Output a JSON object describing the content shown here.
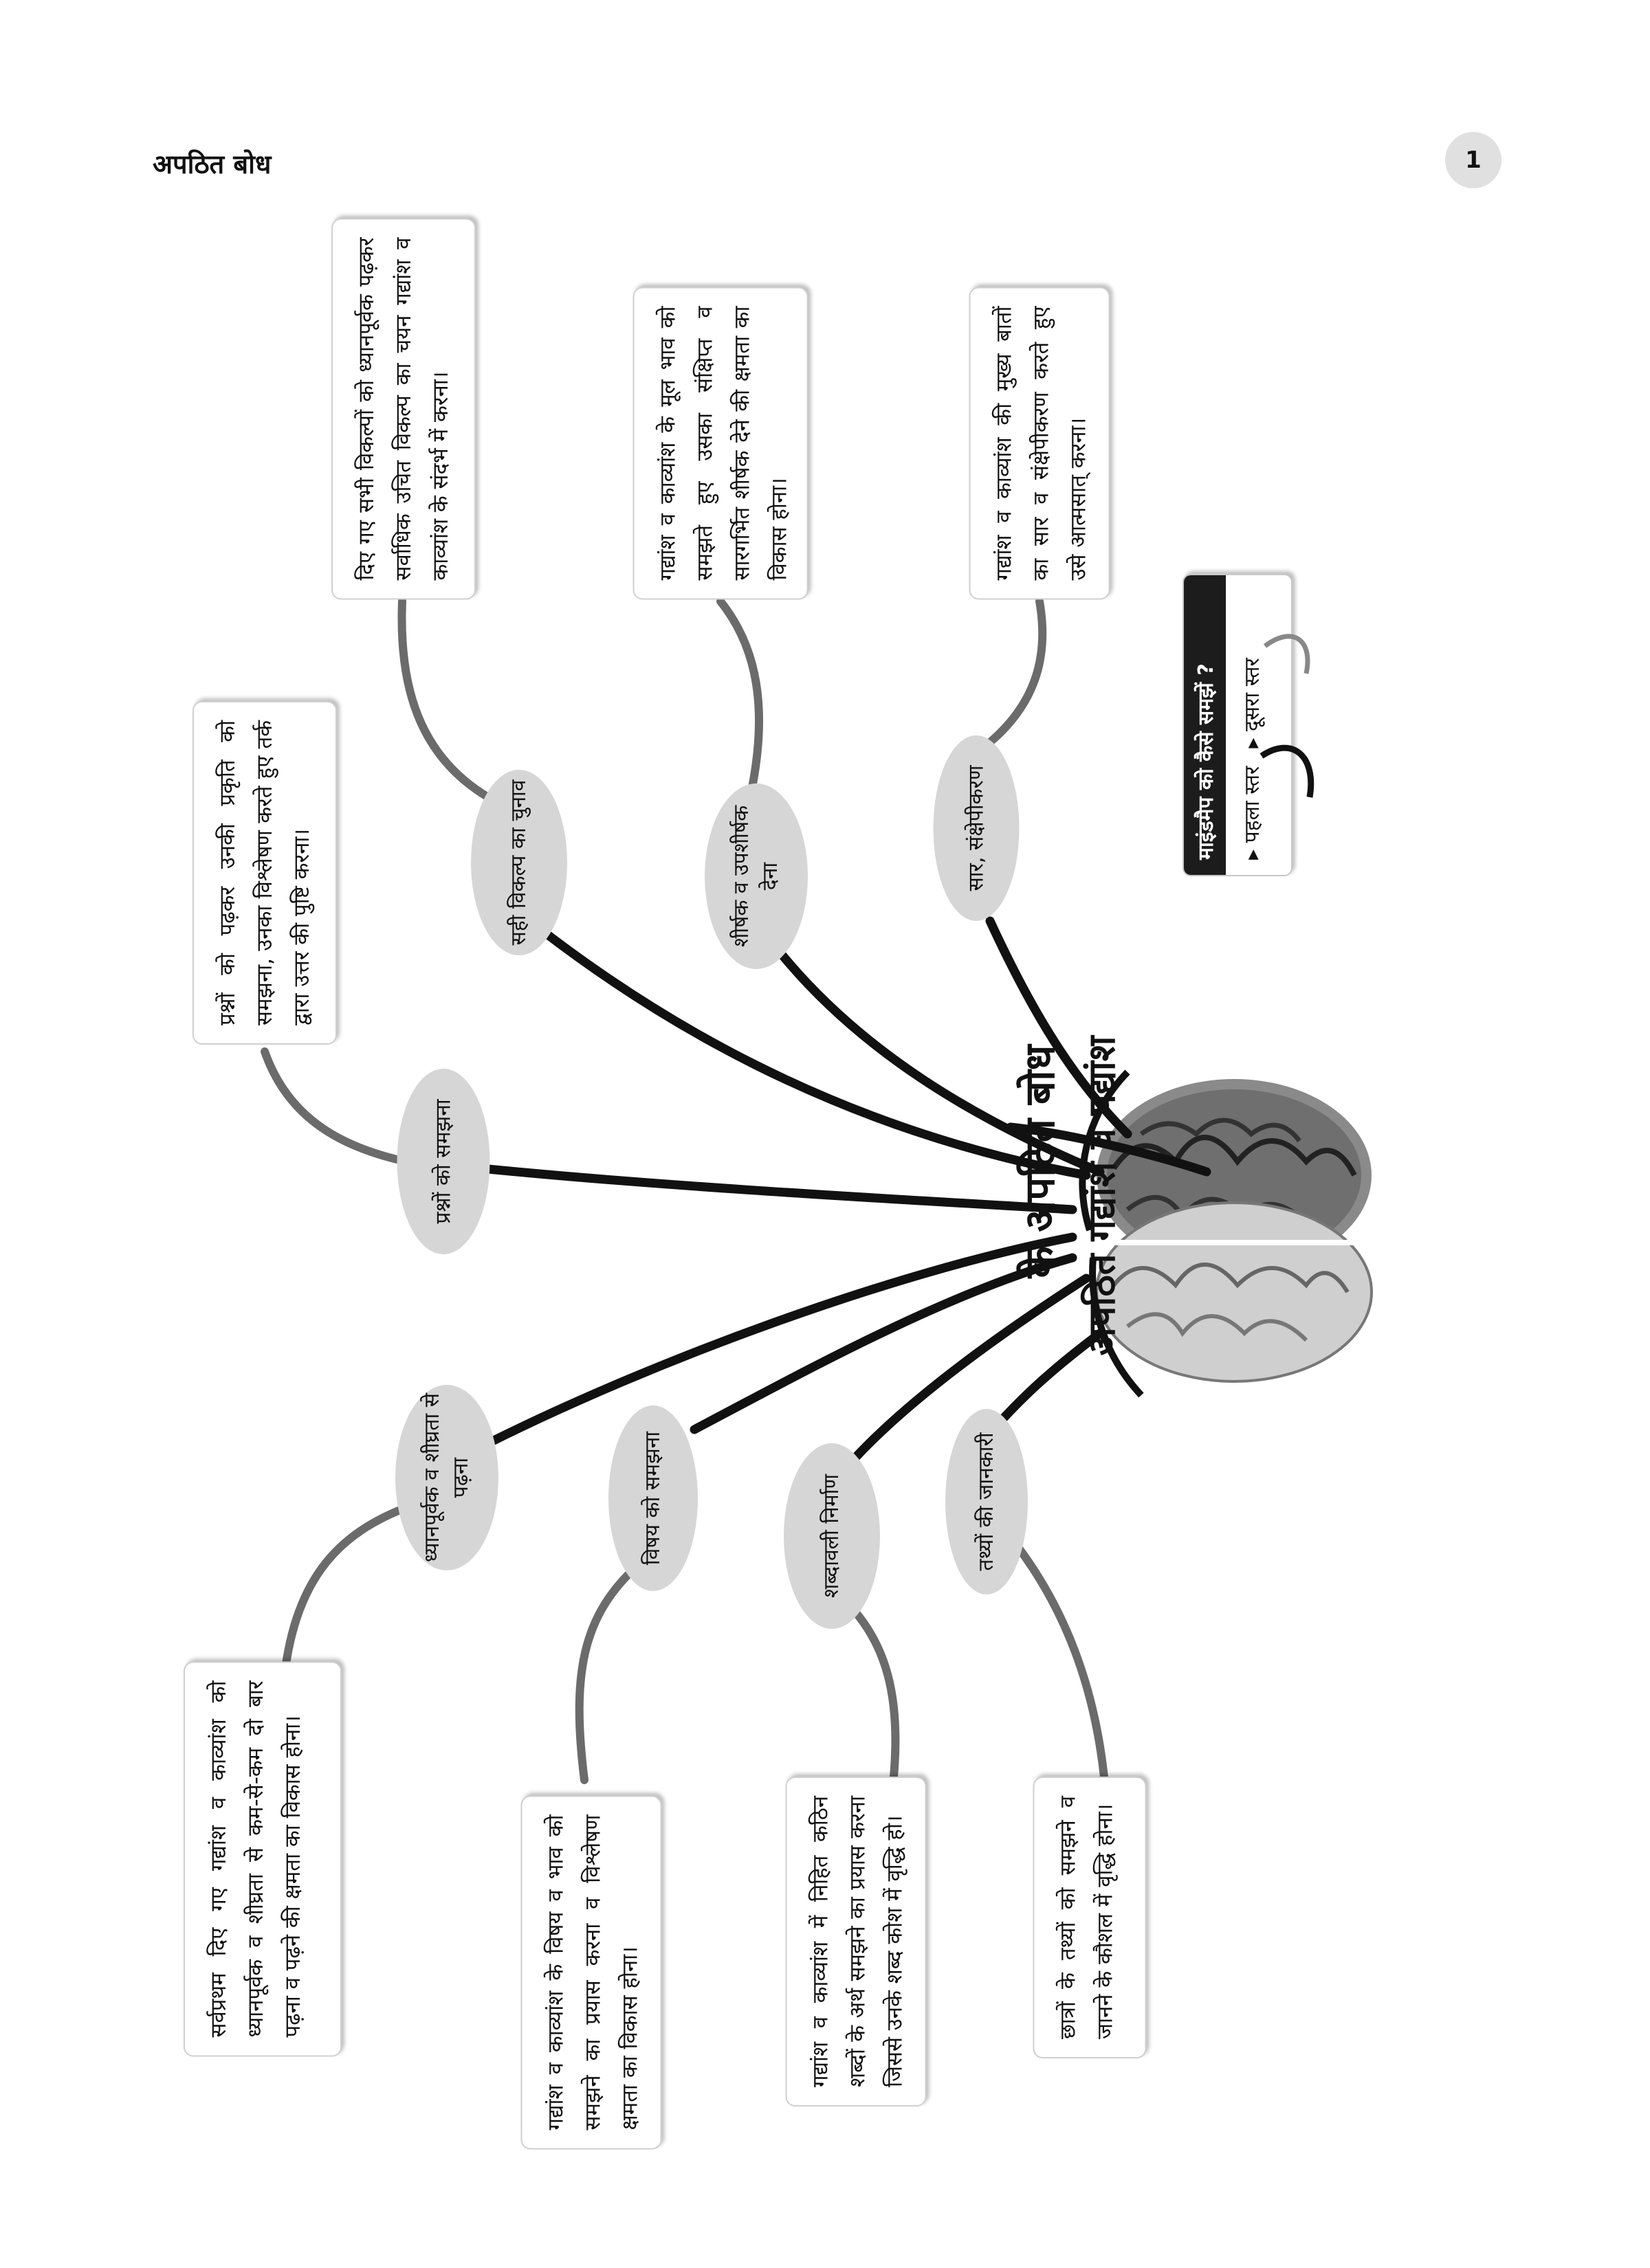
{
  "header": {
    "title": "अपठित बोध",
    "page_number": "1"
  },
  "center": {
    "title": "के अपठित बोध",
    "subtitle": "अपठित गद्यांश व पद्यांश"
  },
  "legend": {
    "title": "माइंडमैप को कैसे समझें ?",
    "level1": "पहला स्तर",
    "level2": "दूसरा स्तर"
  },
  "branches": [
    {
      "node": "प्रश्नों को समझना",
      "text": "प्रश्नों को पढ़कर उनकी प्रकृति को समझना, उनका विश्लेषण करते हुए तर्क द्वारा उत्तर की पुष्टि करना।"
    },
    {
      "node": "सही विकल्प का चुनाव",
      "text": "दिए गए सभी विकल्पों को ध्यानपूर्वक पढ़कर सर्वाधिक उचित विकल्प का चयन गद्यांश व काव्यांश के संदर्भ में करना।"
    },
    {
      "node": "शीर्षक व उपशीर्षक देना",
      "text": "गद्यांश व काव्यांश के मूल भाव को समझते हुए उसका संक्षिप्त व सारगर्भित शीर्षक देने की क्षमता का विकास होना।"
    },
    {
      "node": "सार, संक्षेपीकरण",
      "text": "गद्यांश व काव्यांश की मुख्य बातों का सार व संक्षेपीकरण करते हुए उसे आत्मसात् करना।"
    },
    {
      "node": "ध्यानपूर्वक व शीघ्रता से पढ़ना",
      "text": "सर्वप्रथम दिए गए गद्यांश व काव्यांश को ध्यानपूर्वक व शीघ्रता से कम-से-कम दो बार पढ़ना व पढ़ने की क्षमता का विकास होना।"
    },
    {
      "node": "विषय को समझना",
      "text": "गद्यांश व काव्यांश के विषय व भाव को समझने का प्रयास करना व विश्लेषण क्षमता का विकास होना।"
    },
    {
      "node": "शब्दावली निर्माण",
      "text": "गद्यांश व काव्यांश में निहित कठिन शब्दों के अर्थ समझने का प्रयास करना जिससे उनके शब्द कोश में वृद्धि हो।"
    },
    {
      "node": "तथ्यों की जानकारी",
      "text": "छात्रों के तथ्यों को समझने व जानने के कौशल में वृद्धि होना।"
    }
  ]
}
